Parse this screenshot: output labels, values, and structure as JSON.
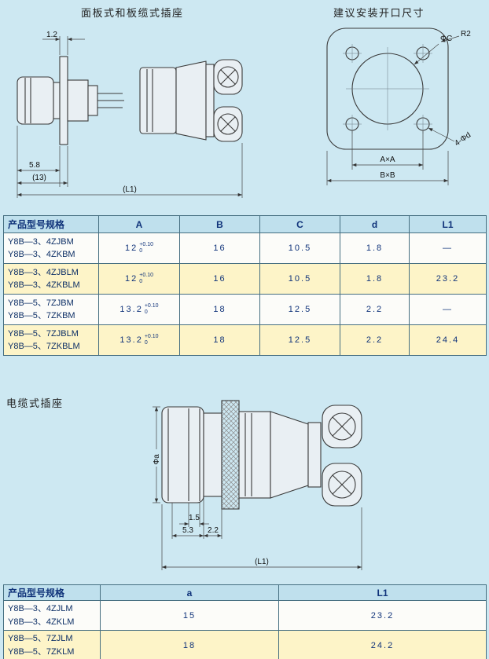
{
  "page": {
    "bg": "#cde8f2"
  },
  "drawings": {
    "panel": {
      "title": "面板式和板缆式插座",
      "dims": [
        "1.2",
        "5.8",
        "(13)",
        "(L1)"
      ]
    },
    "opening": {
      "title": "建议安装开口尺寸",
      "dims": [
        "R2",
        "ΦC",
        "4-Φd",
        "A×A",
        "B×B"
      ]
    },
    "cable": {
      "title": "电缆式插座",
      "dims": [
        "Φa",
        "1.5",
        "5.3",
        "2.2",
        "(L1)"
      ]
    }
  },
  "spec_table": {
    "headers": [
      "产品型号规格",
      "A",
      "B",
      "C",
      "d",
      "L1"
    ],
    "groups": [
      {
        "models": [
          "Y8B—3、4ZJBM",
          "Y8B—3、4ZKBM"
        ],
        "A": "12",
        "A_sup": "+0.10",
        "A_sub": "0",
        "B": "16",
        "C": "10.5",
        "d": "1.8",
        "L1": "—"
      },
      {
        "models": [
          "Y8B—3、4ZJBLM",
          "Y8B—3、4ZKBLM"
        ],
        "A": "12",
        "A_sup": "+0.10",
        "A_sub": "0",
        "B": "16",
        "C": "10.5",
        "d": "1.8",
        "L1": "23.2"
      },
      {
        "models": [
          "Y8B—5、7ZJBM",
          "Y8B—5、7ZKBM"
        ],
        "A": "13.2",
        "A_sup": "+0.10",
        "A_sub": "0",
        "B": "18",
        "C": "12.5",
        "d": "2.2",
        "L1": "—"
      },
      {
        "models": [
          "Y8B—5、7ZJBLM",
          "Y8B—5、7ZKBLM"
        ],
        "A": "13.2",
        "A_sup": "+0.10",
        "A_sub": "0",
        "B": "18",
        "C": "12.5",
        "d": "2.2",
        "L1": "24.4"
      }
    ]
  },
  "cable_table": {
    "headers": [
      "产品型号规格",
      "a",
      "L1"
    ],
    "groups": [
      {
        "models": [
          "Y8B—3、4ZJLM",
          "Y8B—3、4ZKLM"
        ],
        "a": "15",
        "L1": "23.2"
      },
      {
        "models": [
          "Y8B—5、7ZJLM",
          "Y8B—5、7ZKLM"
        ],
        "a": "18",
        "L1": "24.2"
      }
    ]
  }
}
